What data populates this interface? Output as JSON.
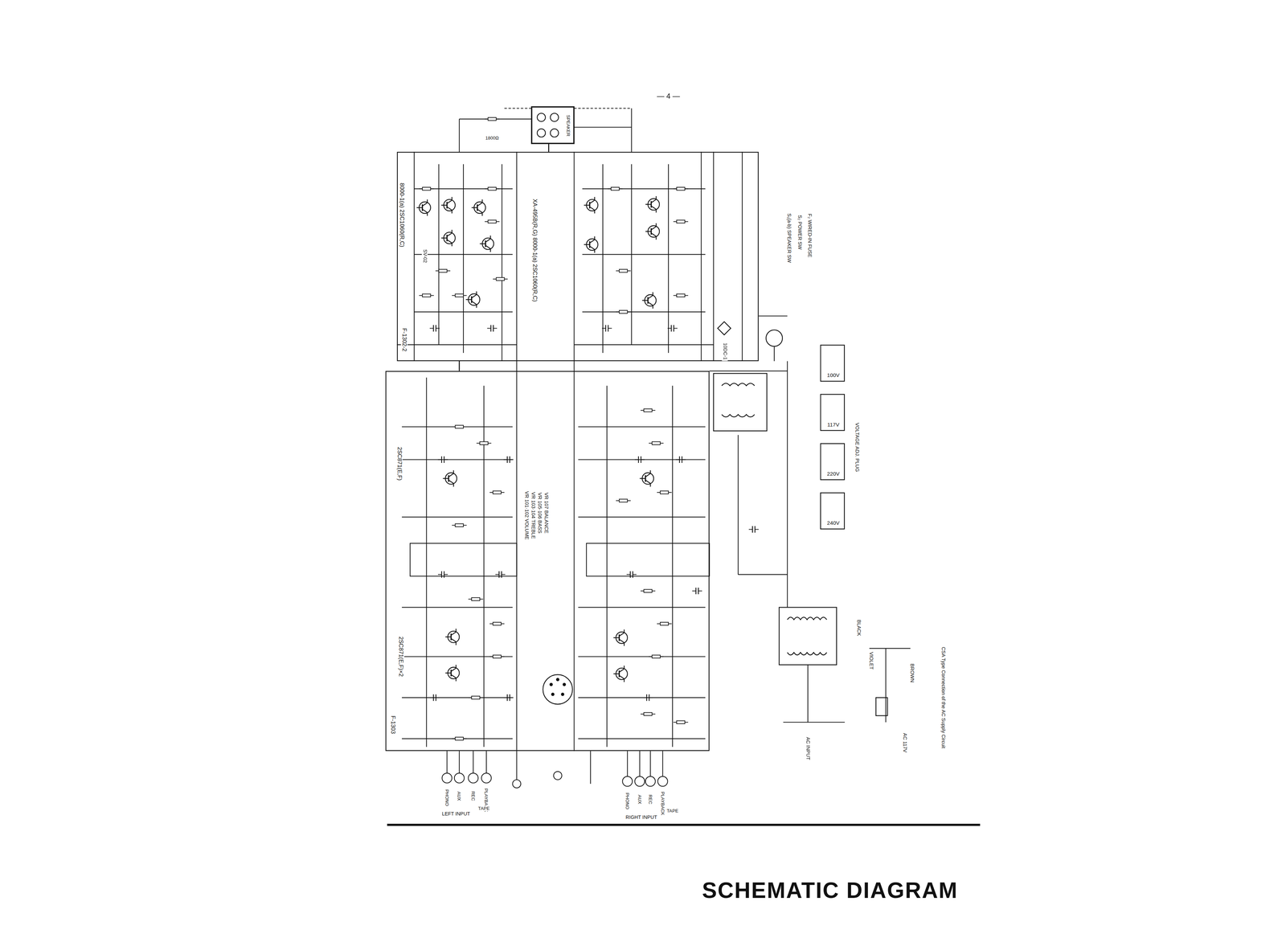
{
  "diagram": {
    "title": "SCHEMATIC DIAGRAM",
    "nodes": [
      {
        "text": [
          "F-1302-2"
        ]
      },
      {
        "text": [
          "F-1303"
        ]
      },
      {
        "text": [
          "SPEAKER"
        ]
      },
      {
        "text": [
          "240V"
        ]
      },
      {
        "text": [
          "220V"
        ]
      },
      {
        "text": [
          "117V"
        ]
      },
      {
        "text": [
          "100V"
        ]
      }
    ],
    "edges": [
      {
        "from": 1,
        "to": 0,
        "arrow": "none"
      },
      {
        "from": 0,
        "to": 2,
        "arrow": "none"
      }
    ],
    "labels": [
      "— 4 —",
      "8000-1(a) 2SC1060(R,C)",
      "SV-02",
      "XA-495B(R,G) 8000-1(a) 2SC1060(R,C)",
      "10DC-1",
      "2SC871(E,F)",
      "VR 101·102 VOLUME",
      "VR 103·104 TREBLE",
      "VR 105·106 BASS",
      "VR 107 BALANCE",
      "2SC871(E,F)×2",
      "LEFT INPUT",
      "PHONO",
      "AUX",
      "REC",
      "PLAYBACK",
      "TAPE",
      "RIGHT INPUT",
      "PHONO",
      "AUX",
      "REC",
      "PLAYBACK",
      "TAPE",
      "S₁(a-b) SPEAKER SW",
      "S₂ POWER SW",
      "F₂ WIRED-IN FUSE",
      "VOLTAGE ADJ. PLUG",
      "CSA Type Connection of the AC Supply Circuit",
      "AC 117V",
      "VIOLET",
      "BLACK",
      "BROWN",
      "AC INPUT",
      "1800Ω"
    ]
  }
}
